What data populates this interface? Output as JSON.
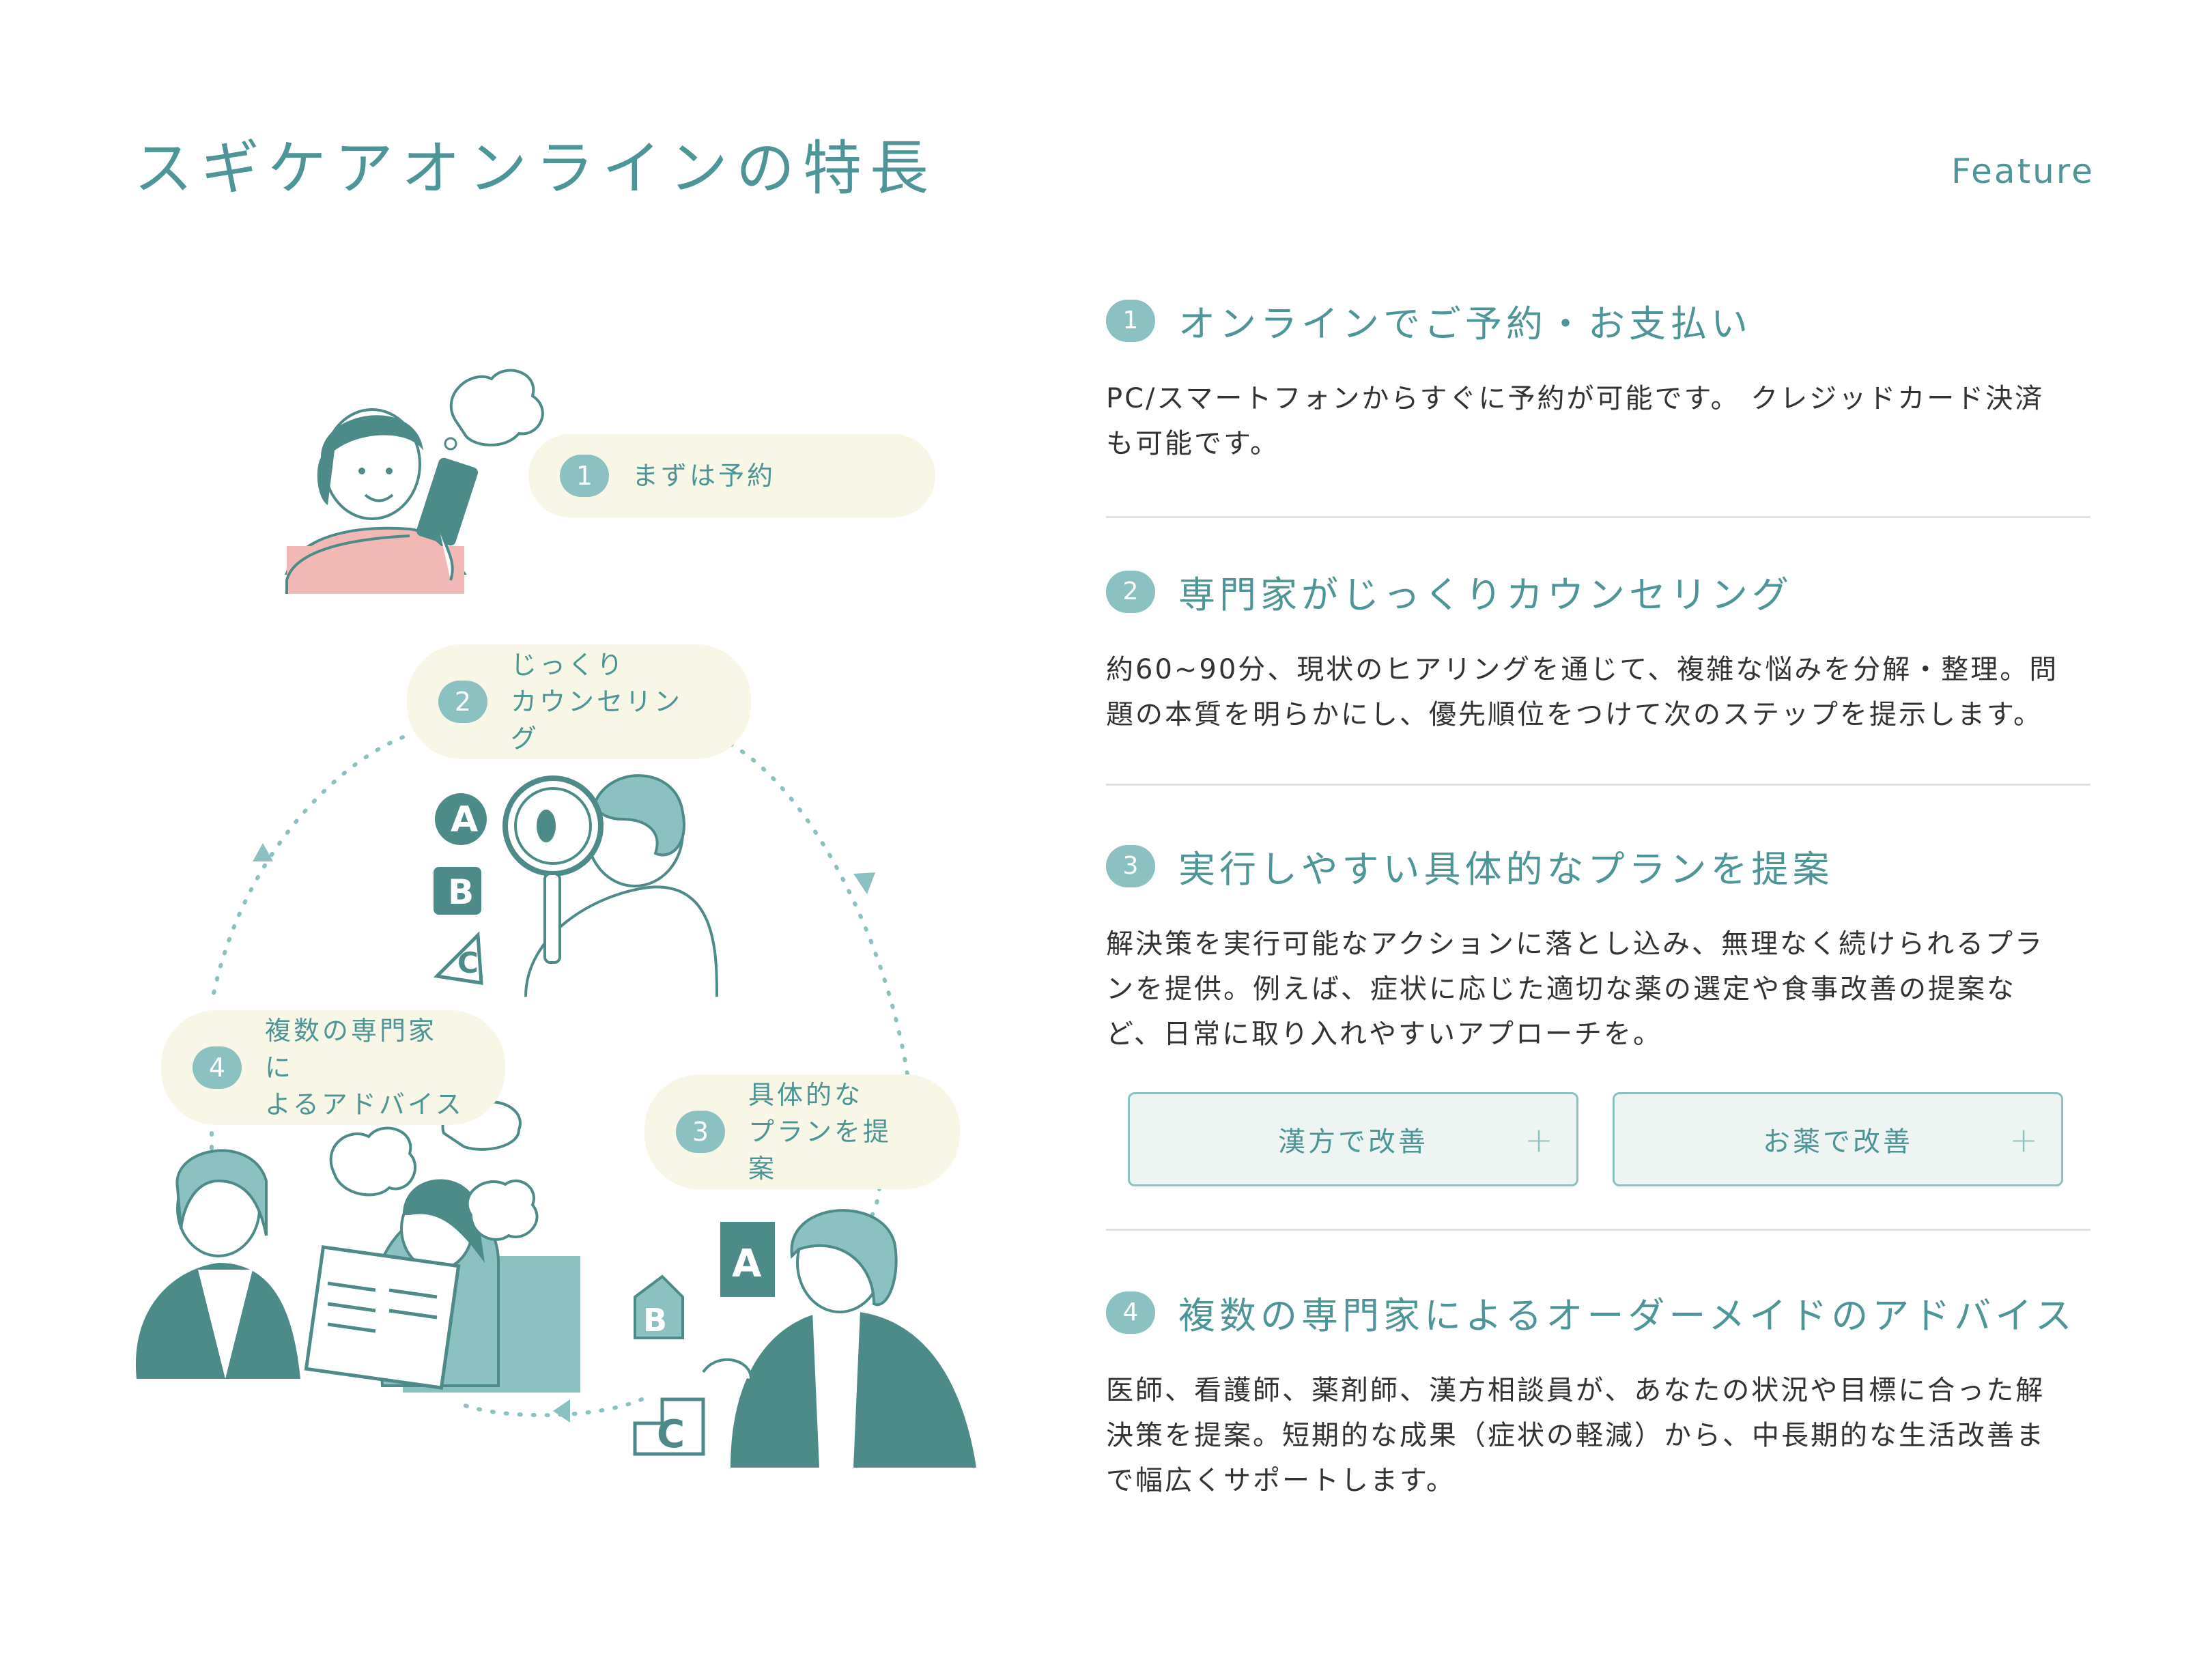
{
  "header": {
    "title": "スギケアオンラインの特長",
    "feature_label": "Feature"
  },
  "illustration": {
    "steps": [
      {
        "num": "1",
        "label": "まずは予約"
      },
      {
        "num": "2",
        "label": "じっくり\nカウンセリング"
      },
      {
        "num": "3",
        "label": "具体的な\nプランを提案"
      },
      {
        "num": "4",
        "label": "複数の専門家に\nよるアドバイス"
      }
    ],
    "letters": {
      "a": "A",
      "b": "B",
      "c": "C"
    }
  },
  "features": [
    {
      "num": "1",
      "title": "オンラインでご予約・お支払い",
      "desc": "PC/スマートフォンからすぐに予約が可能です。 クレジッドカード決済も可能です。"
    },
    {
      "num": "2",
      "title": "専門家がじっくりカウンセリング",
      "desc": "約60~90分、現状のヒアリングを通じて、複雑な悩みを分解・整理。問題の本質を明らかにし、優先順位をつけて次のステップを提示します。"
    },
    {
      "num": "3",
      "title": "実行しやすい具体的なプランを提案",
      "desc": "解決策を実行可能なアクションに落とし込み、無理なく続けられるプランを提供。例えば、症状に応じた適切な薬の選定や食事改善の提案など、日常に取り入れやすいアプローチを。",
      "buttons": [
        {
          "label": "漢方で改善",
          "icon": "plus-icon"
        },
        {
          "label": "お薬で改善",
          "icon": "plus-icon"
        }
      ]
    },
    {
      "num": "4",
      "title": "複数の専門家によるオーダーメイドのアドバイス",
      "desc": "医師、看護師、薬剤師、漢方相談員が、あなたの状況や目標に合った解決策を提案。短期的な成果（症状の軽減）から、中長期的な生活改善まで幅広くサポートします。"
    }
  ],
  "colors": {
    "accent": "#4d9596",
    "badge": "#8cc1c1",
    "pill_bg": "#f8f6e6",
    "button_bg": "#eef4f1",
    "pink": "#f2b8b5",
    "dark_teal": "#4c8b88"
  }
}
